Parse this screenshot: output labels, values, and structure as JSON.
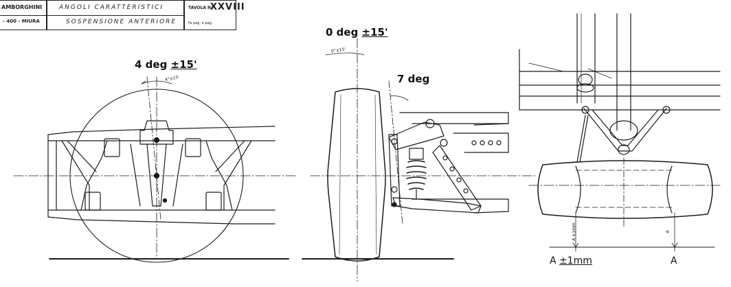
{
  "title_block": {
    "maker": "AMBORGHINI",
    "model": "- 400 - MIURA",
    "title_line1": "ANGOLI   CARATTERISTICI",
    "title_line2": "SOSPENSIONE   ANTERIORE",
    "plate_label": "TAVOLA N°",
    "plate_number": "XXVIII",
    "page_ref": "Fa pag.     e pag."
  },
  "views": {
    "front_view": {
      "angle_value": "4 deg",
      "angle_tol": "±15'",
      "small_label": "4°±15'"
    },
    "side_view": {
      "camber_value": "0 deg",
      "camber_tol": "±15'",
      "small_label": "0°±15'",
      "kingpin_value": "7 deg"
    },
    "wheel_view": {
      "dim_left_value": "A",
      "dim_left_tol": "±1mm",
      "dim_right": "A",
      "small_dim_left": "A ±1mm",
      "small_dim_right": "A"
    }
  }
}
